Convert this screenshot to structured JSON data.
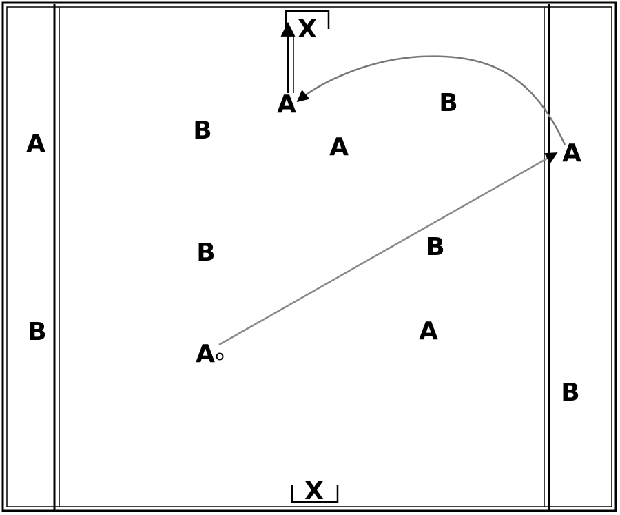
{
  "diagram": {
    "goal_marker": "X",
    "players": {
      "left_wing_a": "A",
      "left_wing_b": "B",
      "right_wing_a": "A",
      "right_wing_b": "B",
      "top_a": "A",
      "top_left_b": "B",
      "top_right_b": "B",
      "center_a": "A",
      "mid_left_b": "B",
      "mid_right_b": "B",
      "lower_right_a": "A",
      "start_a": "A"
    },
    "colors": {
      "lines": "#000000",
      "background": "#ffffff",
      "pass_path": "#888888"
    }
  }
}
